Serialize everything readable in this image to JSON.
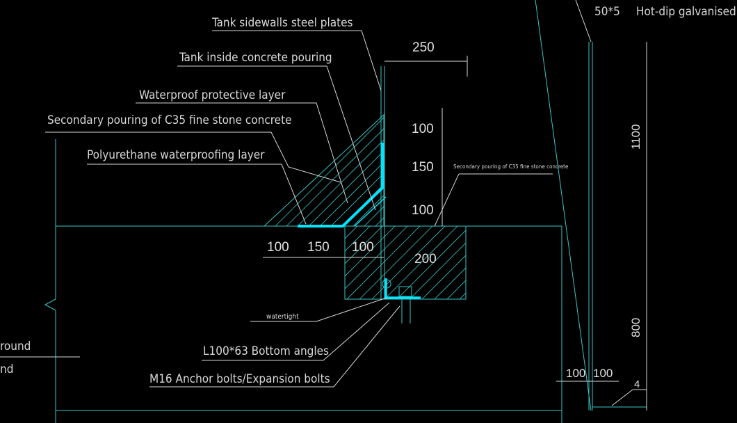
{
  "labels": {
    "tank_sidewalls": "Tank sidewalls steel plates",
    "tank_inside": "Tank inside concrete pouring",
    "waterproof_protective": "Waterproof protective layer",
    "secondary_pouring": "Secondary pouring of C35 fine stone concrete",
    "polyurethane": "Polyurethane waterproofing layer",
    "secondary_small": "Secondary pouring of C35 fine stone concrete",
    "watertight": "watertight",
    "bottom_angles": "L100*63  Bottom angles",
    "anchor_bolts": "M16  Anchor bolts/Expansion bolts",
    "flat_size": "50*5",
    "galvanised_flat": "Hot-dip galvanised flat",
    "ground_1": "round",
    "ground_2": "nd"
  },
  "dimensions": {
    "top_width": "250",
    "v_100_a": "100",
    "v_150": "150",
    "v_100_b": "100",
    "h_100_a": "100",
    "h_150": "150",
    "h_100_b": "100",
    "foundation_200": "200",
    "height_1100": "1100",
    "height_800": "800",
    "bottom_100_a": "100",
    "bottom_100_b": "100",
    "weld_size": "4"
  },
  "colors": {
    "linework": "#38c7c7",
    "highlight": "#00e5ff",
    "text": "#d8d8d8",
    "background": "#000000"
  }
}
